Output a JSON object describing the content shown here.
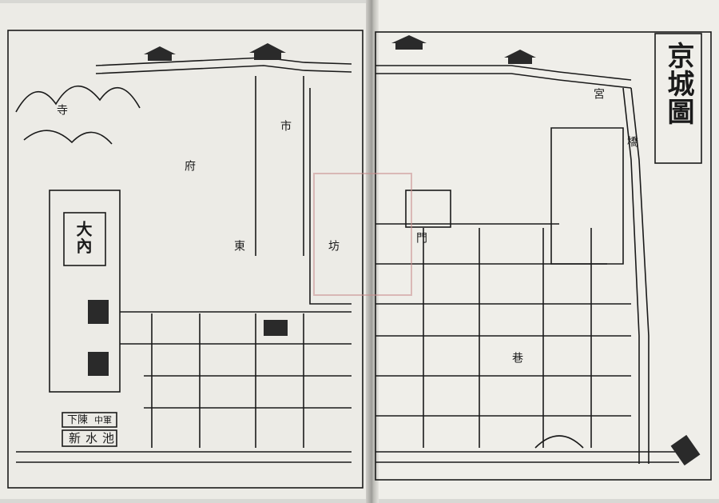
{
  "map": {
    "title": "京城圖",
    "inner_palace": "大內",
    "gate_lower": "中軍",
    "gate_mid": "下陳",
    "pond": "新水池",
    "left_labels": [
      {
        "name": "east-street-label",
        "text": "東"
      },
      {
        "name": "market-label",
        "text": "市"
      },
      {
        "name": "temple-label",
        "text": "寺"
      },
      {
        "name": "office-label",
        "text": "府"
      },
      {
        "name": "ward-label",
        "text": "坊"
      }
    ],
    "right_labels": [
      {
        "name": "palace-label-right",
        "text": "宮"
      },
      {
        "name": "gate-label-right",
        "text": "門"
      },
      {
        "name": "bridge-label",
        "text": "橋"
      },
      {
        "name": "lane-label",
        "text": "巷"
      }
    ],
    "colors": {
      "ink": "#1a1a1a",
      "paper": "#ecebe6",
      "seal": "#c98d8d"
    }
  }
}
